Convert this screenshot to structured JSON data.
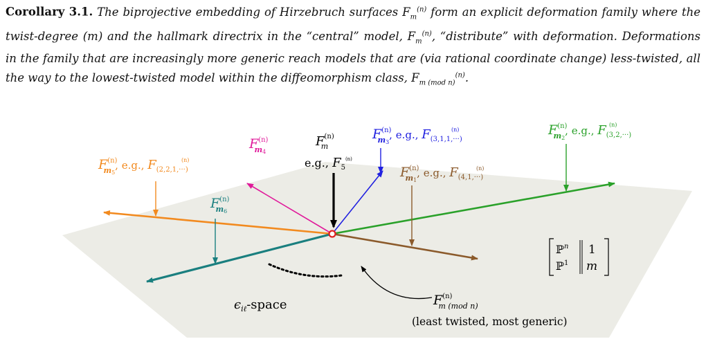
{
  "corollary": {
    "heading": "Corollary 3.1.",
    "text_html": "The biprojective embedding of Hirzebruch surfaces F<sub>m</sub><sup>(n)</sup> form an explicit deformation family where the twist-degree (m) and the hallmark directrix in the “central” model, F<sub>m</sub><sup>(n)</sup>, “distribute” with deformation. Deformations in the family that are increasingly more generic reach models that are (via rational coordinate change) less-twisted, all the way to the lowest-twisted model within the diffeomorphism class, F<sub>m (mod n)</sub><sup>(n)</sup>."
  },
  "figure": {
    "colors": {
      "plane": "#ecece6",
      "orange": "#f28a1f",
      "green": "#2aa12a",
      "brown": "#8b5a2b",
      "teal": "#1a7f7f",
      "blue": "#2020e0",
      "magenta": "#e0199a",
      "black": "#000000",
      "center": "#e02020"
    },
    "labels": {
      "center_F": "F",
      "center_sub": "m",
      "center_sup": "(n)",
      "center_eg": "e.g., ",
      "center_eg_sub": "5",
      "m4_sub": "m",
      "m4_idx": "4",
      "m3_sub": "m",
      "m3_idx": "3",
      "m3_eg": ", e.g., ",
      "m3_eg_sub": "(3,1,1,···)",
      "m2_sub": "m",
      "m2_idx": "2",
      "m2_eg": ", e.g., ",
      "m2_eg_sub": "(3,2,···)",
      "m1_sub": "m",
      "m1_idx": "1",
      "m1_eg": ", e.g., ",
      "m1_eg_sub": "(4,1,···)",
      "m5_sub": "m",
      "m5_idx": "5",
      "m5_eg": ", e.g., ",
      "m5_eg_sub": "(2,2,1,···)",
      "m6_sub": "m",
      "m6_idx": "6",
      "sup_n": "(n)",
      "space_eps": "ϵ",
      "space_idx": "iℓ",
      "space_suffix": "-space",
      "generic_sub": "m (mod n)",
      "generic_note": "(least twisted, most generic)",
      "matrix_P": "ℙ",
      "matrix_n": "n",
      "matrix_1sup": "1",
      "matrix_one": "1",
      "matrix_m": "m"
    }
  }
}
